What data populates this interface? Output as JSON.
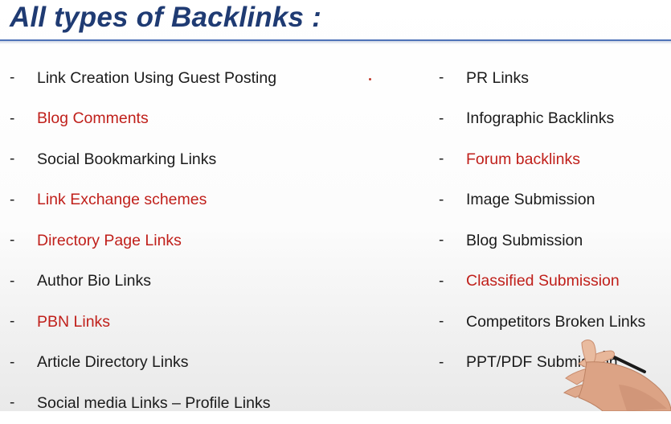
{
  "title": "All types of Backlinks :",
  "bullet": "-",
  "left_column": [
    {
      "text": "Link Creation Using Guest Posting",
      "color": "#1b1b1b"
    },
    {
      "text": "Blog Comments",
      "color": "#c0201b"
    },
    {
      "text": "Social Bookmarking Links",
      "color": "#1b1b1b"
    },
    {
      "text": "Link Exchange schemes",
      "color": "#c0201b"
    },
    {
      "text": "Directory Page Links",
      "color": "#c0201b"
    },
    {
      "text": "Author Bio Links",
      "color": "#1b1b1b"
    },
    {
      "text": "PBN Links",
      "color": "#c0201b"
    },
    {
      "text": "Article Directory Links",
      "color": "#1b1b1b"
    },
    {
      "text": "Social media Links – Profile Links",
      "color": "#1b1b1b"
    }
  ],
  "right_column": [
    {
      "text": "PR Links",
      "color": "#1b1b1b"
    },
    {
      "text": "Infographic Backlinks",
      "color": "#1b1b1b"
    },
    {
      "text": "Forum backlinks",
      "color": "#c0201b"
    },
    {
      "text": "Image Submission",
      "color": "#1b1b1b"
    },
    {
      "text": "Blog Submission",
      "color": "#1b1b1b"
    },
    {
      "text": "Classified Submission",
      "color": "#c0201b"
    },
    {
      "text": "Competitors Broken Links",
      "color": "#1b1b1b"
    },
    {
      "text": "PPT/PDF Submission",
      "color": "#1b1b1b"
    }
  ],
  "colors": {
    "title": "#1f3b73",
    "rule": "#4f73b8",
    "highlight": "#c0201b",
    "text": "#1b1b1b"
  }
}
